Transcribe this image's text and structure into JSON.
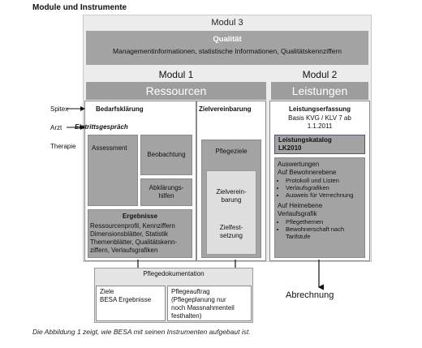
{
  "heading": "Module und Instrumente",
  "modul3": {
    "title": "Modul 3",
    "quality_title": "Qualität",
    "quality_subtitle": "Managementinformationen, statistische Informationen, Qualitätskennziffern"
  },
  "modul1": {
    "title": "Modul 1",
    "bar": "Ressourcen",
    "bedarfsklaerung": "Bedarfsklärung",
    "eintrittsgespraech": "Eintrittsgespräch",
    "assessment": "Assessment",
    "beobachtung": "Beobachtung",
    "abklaerungshilfen": "Abklärungs-\nhilfen",
    "ergebnisse_title": "Ergebnisse",
    "ergebnisse_lines": [
      "Ressourcenprofil, Kennziffern",
      "Dimensionsblätter, Statistik",
      "Themenblätter, Qualitätskenn-",
      "ziffern, Verlaufsgrafiken"
    ],
    "zielvereinbarung": "Zielvereinbarung",
    "pflegeziele": "Pflegeziele",
    "zielvereinbarung_inner": "Zielverein-\nbarung",
    "zielfestsetzung": "Zielfest-\nsetzung"
  },
  "modul2": {
    "title": "Modul 2",
    "bar": "Leistungen",
    "leistungserfassung": "Leistungserfassung",
    "basis": "Basis KVG / KLV 7 ab",
    "date": "1.1.2011",
    "katalog_title": "Leistungskatalog",
    "katalog_sub": "LK2010",
    "auswertungen_title": "Auswertungen",
    "bewohnerebene": "Auf Bewohnerebene",
    "bewohner_items": [
      "Protokoll und Listen",
      "Verlaufsgrafiken",
      "Ausweis für Verrechnung"
    ],
    "heimebene": "Auf Heimebene",
    "verlaufsgrafik": "Verlaufsgrafik",
    "heim_items": [
      "Pflegethemen",
      "Bewohnerschaft nach Tarifstufe"
    ]
  },
  "left_labels": [
    "Spitex",
    "Arzt",
    "Therapie"
  ],
  "pflegedok": {
    "title": "Pflegedokumentation",
    "left_lines": [
      "Ziele",
      "BESA Ergebnisse"
    ],
    "right_lines": [
      "Pflegeauftrag",
      "(Pflegeplanung nur",
      "noch Massnahmenteil",
      "festhalten)"
    ]
  },
  "abrechnung": "Abrechnung",
  "caption": "Die Abbildung 1 zeigt, wie BESA mit seinen Instrumenten aufgebaut ist."
}
